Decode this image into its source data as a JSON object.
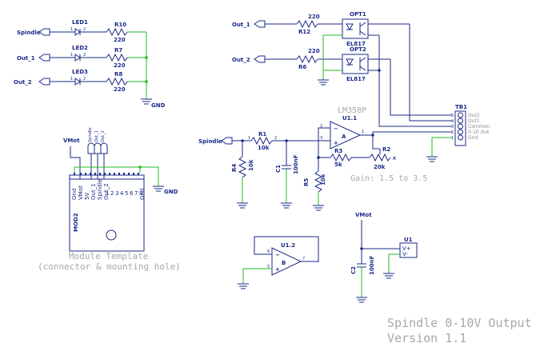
{
  "labels": {
    "spindle": "Spindle",
    "out1": "Out_1",
    "out2": "Out_2",
    "gnd": "GND",
    "vmot": "VMot"
  },
  "components": {
    "led1": "LED1",
    "led2": "LED2",
    "led3": "LED3",
    "r10": "R10",
    "r7": "R7",
    "r8": "R8",
    "r12": "R12",
    "r6": "R6",
    "r1": "R1",
    "r2": "R2",
    "r3": "R3",
    "r4": "R4",
    "r5": "R5",
    "c1": "C1",
    "c2": "C2",
    "opt1": "OPT1",
    "opt2": "OPT2",
    "u1_1": "U1.1",
    "u1_2": "U1.2",
    "u1": "U1",
    "tb1": "TB1",
    "mod": "MOD2"
  },
  "values": {
    "r220": "220",
    "r10k": "10k",
    "r5k": "5k",
    "r20k": "20k",
    "c100nf": "100nF",
    "el817": "EL817",
    "lm358p": "LM358P",
    "gain": "Gain: 1.5 to 3.5",
    "unit_a": "A",
    "unit_b": "B",
    "vplus": "V+",
    "vminus": "V-"
  },
  "terminal": [
    "Out2",
    "Out1",
    "Common",
    "0-10 Out",
    "Gnd"
  ],
  "terminal_pins": [
    "5",
    "4",
    "3",
    "2",
    "1"
  ],
  "module": {
    "pins": [
      "Gnd",
      "VMot",
      "5V",
      "Out_1",
      "Spindle",
      "Out_2",
      "1",
      "2",
      "3",
      "4",
      "5",
      "6",
      "7",
      "8",
      "Gnd"
    ],
    "top_wires": [
      "Spindle",
      "Out_1",
      "Out_2"
    ],
    "caption_line1": "Module Template",
    "caption_line2": "(connector & mounting hole)"
  },
  "title": {
    "line1": "Spindle 0-10V Output",
    "line2": "Version 1.1"
  }
}
